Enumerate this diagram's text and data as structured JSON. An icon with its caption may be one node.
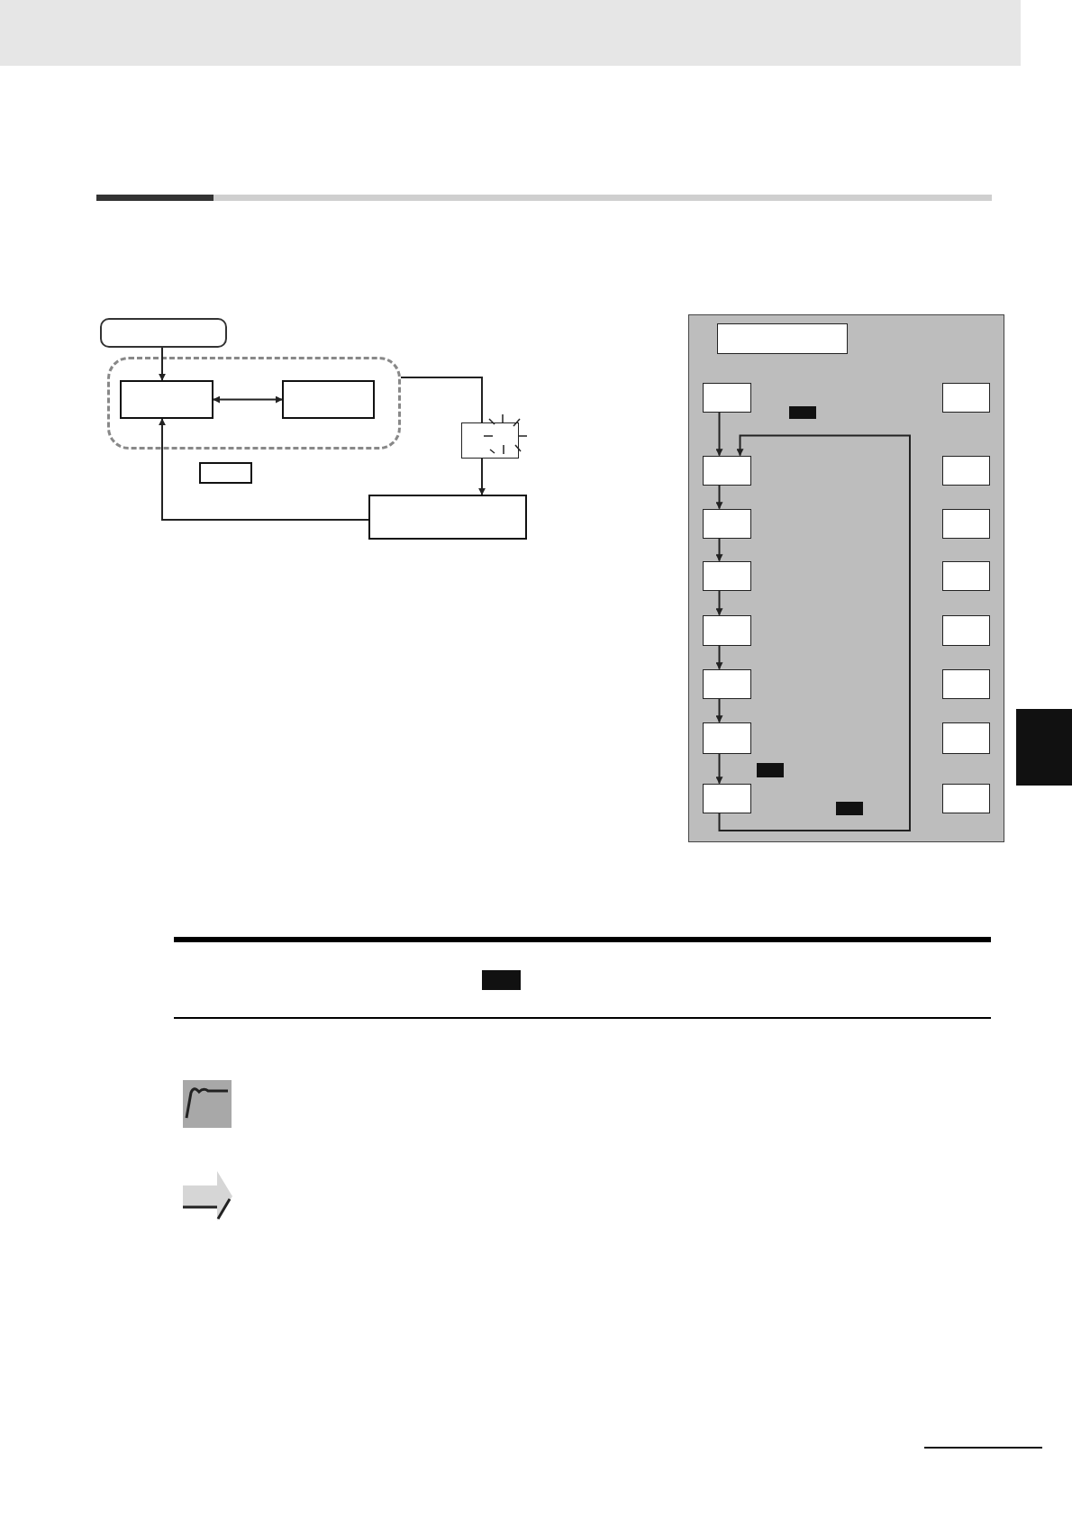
{
  "diagram": {
    "nodes": [
      {
        "text": [],
        "shape": "box"
      },
      {
        "text": [],
        "shape": "box"
      },
      {
        "text": [],
        "shape": "box",
        "in": 1
      },
      {
        "text": [],
        "shape": "box",
        "in": 1
      },
      {
        "text": [],
        "shape": "box"
      },
      {
        "text": [],
        "shape": "box"
      },
      {
        "text": [],
        "shape": "box"
      },
      {
        "text": [],
        "shape": "box"
      },
      {
        "text": [],
        "shape": "box",
        "in": 7
      },
      {
        "text": [],
        "shape": "box",
        "in": 7
      },
      {
        "text": [],
        "shape": "box",
        "in": 7
      },
      {
        "text": [],
        "shape": "box",
        "in": 7
      },
      {
        "text": [],
        "shape": "box",
        "in": 7
      },
      {
        "text": [],
        "shape": "box",
        "in": 7
      },
      {
        "text": [],
        "shape": "box",
        "in": 7
      },
      {
        "text": [],
        "shape": "box",
        "in": 7
      },
      {
        "text": [],
        "shape": "box",
        "in": 7
      },
      {
        "text": [],
        "shape": "box",
        "in": 7
      },
      {
        "text": [],
        "shape": "box",
        "in": 7
      },
      {
        "text": [],
        "shape": "box",
        "in": 7
      },
      {
        "text": [],
        "shape": "box",
        "in": 7
      },
      {
        "text": [],
        "shape": "box",
        "in": 7
      },
      {
        "text": [],
        "shape": "box",
        "in": 7
      },
      {
        "text": [],
        "shape": "box",
        "in": 7
      },
      {
        "text": [],
        "shape": "box",
        "in": 7
      },
      {
        "text": [],
        "shape": "box"
      }
    ],
    "edges": [
      {
        "from": 0,
        "to": 2,
        "arrow": "to"
      },
      {
        "from": 2,
        "to": 3,
        "arrow": "both"
      },
      {
        "from": 1,
        "to": 5,
        "arrow": "none"
      },
      {
        "from": 5,
        "to": 6,
        "arrow": "to"
      },
      {
        "from": 6,
        "to": 2,
        "arrow": "to"
      },
      {
        "from": 9,
        "to": 10,
        "arrow": "to"
      },
      {
        "from": 10,
        "to": 11,
        "arrow": "to"
      },
      {
        "from": 11,
        "to": 12,
        "arrow": "to"
      },
      {
        "from": 12,
        "to": 13,
        "arrow": "to"
      },
      {
        "from": 13,
        "to": 14,
        "arrow": "to"
      },
      {
        "from": 14,
        "to": 15,
        "arrow": "to"
      },
      {
        "from": 15,
        "to": 16,
        "arrow": "to"
      },
      {
        "from": 16,
        "to": 10,
        "arrow": "to"
      }
    ]
  }
}
